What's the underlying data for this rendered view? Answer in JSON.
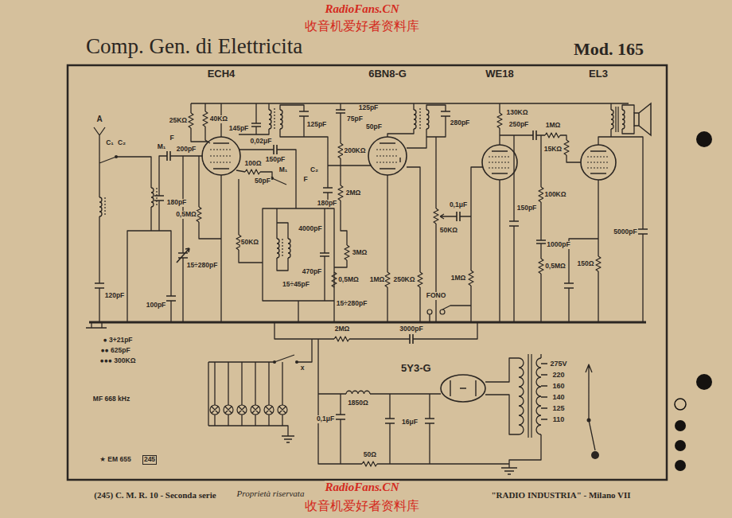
{
  "diagram": {
    "title": "Comp. Gen. di Elettricita",
    "nodes": [
      {
        "text": [
          "ECH4"
        ]
      },
      {
        "text": [
          "6BN8-G"
        ]
      },
      {
        "text": [
          "WE18"
        ]
      },
      {
        "text": [
          "EL3"
        ]
      },
      {
        "text": [
          "5Y3-G"
        ]
      }
    ],
    "labels": [
      "Mod. 165",
      "RadioFans.CN",
      "收音机爱好者资料库",
      "RadioFans.CN",
      "收音机爱好者资料库",
      "(245) C. M. R. 10 - Seconda serie",
      "Proprietà riservata",
      "\"RADIO INDUSTRIA\" - Milano VII",
      "A",
      "25KΩ",
      "40KΩ",
      "145pF",
      "125pF",
      "0,02μF",
      "200pF",
      "100Ω",
      "150pF",
      "50pF",
      "180pF",
      "0,5MΩ",
      "50KΩ",
      "15÷280pF",
      "120pF",
      "100pF",
      "4000pF",
      "470pF",
      "15÷45pF",
      "180pF",
      "75pF",
      "125pF",
      "50pF",
      "280pF",
      "200KΩ",
      "2MΩ",
      "3MΩ",
      "15÷280pF",
      "0,5MΩ",
      "1MΩ",
      "250KΩ",
      "50KΩ",
      "FONO",
      "1MΩ",
      "130KΩ",
      "250pF",
      "1MΩ",
      "15KΩ",
      "0,1μF",
      "150pF",
      "100KΩ",
      "1000pF",
      "0,5MΩ",
      "150Ω",
      "5000pF",
      "2MΩ",
      "3000pF",
      "● 3+21pF",
      "●● 625pF",
      "●●● 300KΩ",
      "MF 668 kHz",
      "★ EM 655",
      "245",
      "x",
      "1850Ω",
      "0,1μF",
      "16μF",
      "50Ω",
      "275V",
      "220",
      "160",
      "140",
      "125",
      "110",
      "C₁",
      "C₂",
      "M₁",
      "F",
      "M₁",
      "F",
      "C₂"
    ]
  }
}
